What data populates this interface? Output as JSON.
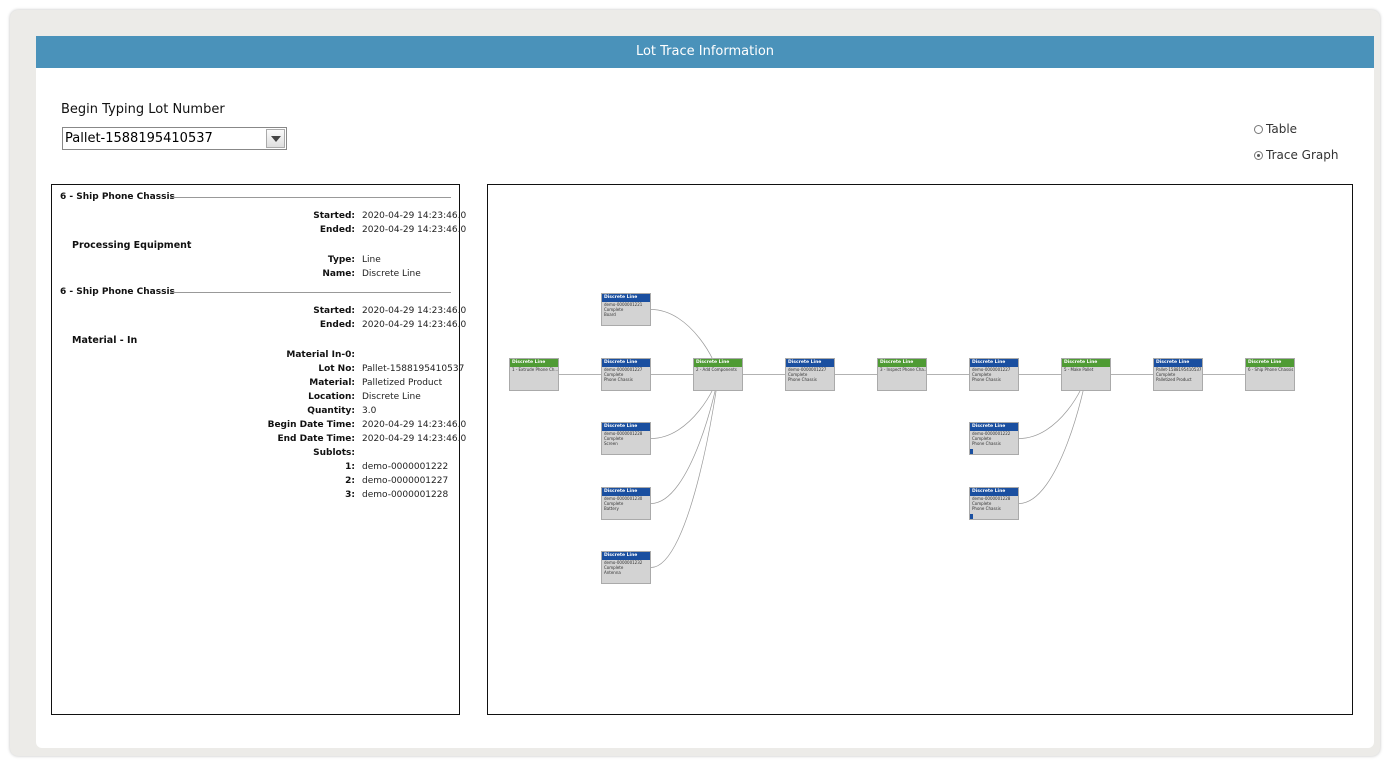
{
  "title": "Lot Trace Information",
  "lot": {
    "label": "Begin Typing Lot Number",
    "value": "Pallet-1588195410537"
  },
  "view_options": [
    {
      "label": "Table",
      "checked": false
    },
    {
      "label": "Trace Graph",
      "checked": true
    }
  ],
  "details": {
    "section1": {
      "title": "6 - Ship Phone Chassis",
      "started_label": "Started:",
      "started": "2020-04-29 14:23:46.0",
      "ended_label": "Ended:",
      "ended": "2020-04-29 14:23:46.0",
      "equipment_title": "Processing Equipment",
      "type_label": "Type:",
      "type": "Line",
      "name_label": "Name:",
      "name": "Discrete Line"
    },
    "section2": {
      "title": "6 - Ship Phone Chassis",
      "started_label": "Started:",
      "started": "2020-04-29 14:23:46.0",
      "ended_label": "Ended:",
      "ended": "2020-04-29 14:23:46.0",
      "material_title": "Material - In",
      "material_in_label": "Material In-0:",
      "lot_no_label": "Lot No:",
      "lot_no": "Pallet-1588195410537",
      "material_label": "Material:",
      "material": "Palletized Product",
      "location_label": "Location:",
      "location": "Discrete Line",
      "quantity_label": "Quantity:",
      "quantity": "3.0",
      "begin_label": "Begin Date Time:",
      "begin": "2020-04-29 14:23:46.0",
      "end_label": "End Date Time:",
      "end": "2020-04-29 14:23:46.0",
      "sublots_label": "Sublots:",
      "sublots": [
        {
          "idx": "1:",
          "value": "demo-0000001222"
        },
        {
          "idx": "2:",
          "value": "demo-0000001227"
        },
        {
          "idx": "3:",
          "value": "demo-0000001228"
        }
      ]
    }
  },
  "graph": {
    "colors": {
      "operation": "#4f9b34",
      "material": "#1a4fa0",
      "edge": "#999999"
    },
    "nodes": [
      {
        "id": "n1",
        "kind": "operation",
        "header": "Discrete Line",
        "lines": [
          "1 - Extrude Phone Ch..."
        ]
      },
      {
        "id": "m0",
        "kind": "material",
        "header": "Discrete Line",
        "lines": [
          "demo-0000001221",
          "Complete",
          "Board"
        ]
      },
      {
        "id": "m1",
        "kind": "material",
        "header": "Discrete Line",
        "lines": [
          "demo-0000001227",
          "Complete",
          "Phone Chassis"
        ]
      },
      {
        "id": "m2",
        "kind": "material",
        "header": "Discrete Line",
        "lines": [
          "demo-0000001228",
          "Complete",
          "Screen"
        ]
      },
      {
        "id": "m3",
        "kind": "material",
        "header": "Discrete Line",
        "lines": [
          "demo-0000001230",
          "Complete",
          "Battery"
        ]
      },
      {
        "id": "m4",
        "kind": "material",
        "header": "Discrete Line",
        "lines": [
          "demo-0000001232",
          "Complete",
          "Antenna"
        ]
      },
      {
        "id": "n2",
        "kind": "operation",
        "header": "Discrete Line",
        "lines": [
          "2 - Add Components"
        ]
      },
      {
        "id": "m5",
        "kind": "material",
        "header": "Discrete Line",
        "lines": [
          "demo-0000001227",
          "Complete",
          "Phone Chassis"
        ]
      },
      {
        "id": "n3",
        "kind": "operation",
        "header": "Discrete Line",
        "lines": [
          "3 - Inspect Phone Cha..."
        ]
      },
      {
        "id": "m6",
        "kind": "material",
        "header": "Discrete Line",
        "lines": [
          "demo-0000001227",
          "Complete",
          "Phone Chassis"
        ]
      },
      {
        "id": "m7",
        "kind": "material",
        "header": "Discrete Line",
        "lines": [
          "demo-0000001222",
          "Complete",
          "Phone Chassis"
        ]
      },
      {
        "id": "m8",
        "kind": "material",
        "header": "Discrete Line",
        "lines": [
          "demo-0000001228",
          "Complete",
          "Phone Chassis"
        ]
      },
      {
        "id": "n4",
        "kind": "operation",
        "header": "Discrete Line",
        "lines": [
          "5 - Make Pallet"
        ]
      },
      {
        "id": "m9",
        "kind": "material",
        "header": "Discrete Line",
        "lines": [
          "Pallet-1588195410537",
          "Complete",
          "Palletized Product"
        ]
      },
      {
        "id": "n5",
        "kind": "operation",
        "header": "Discrete Line",
        "lines": [
          "6 - Ship Phone Chassis"
        ]
      }
    ]
  }
}
